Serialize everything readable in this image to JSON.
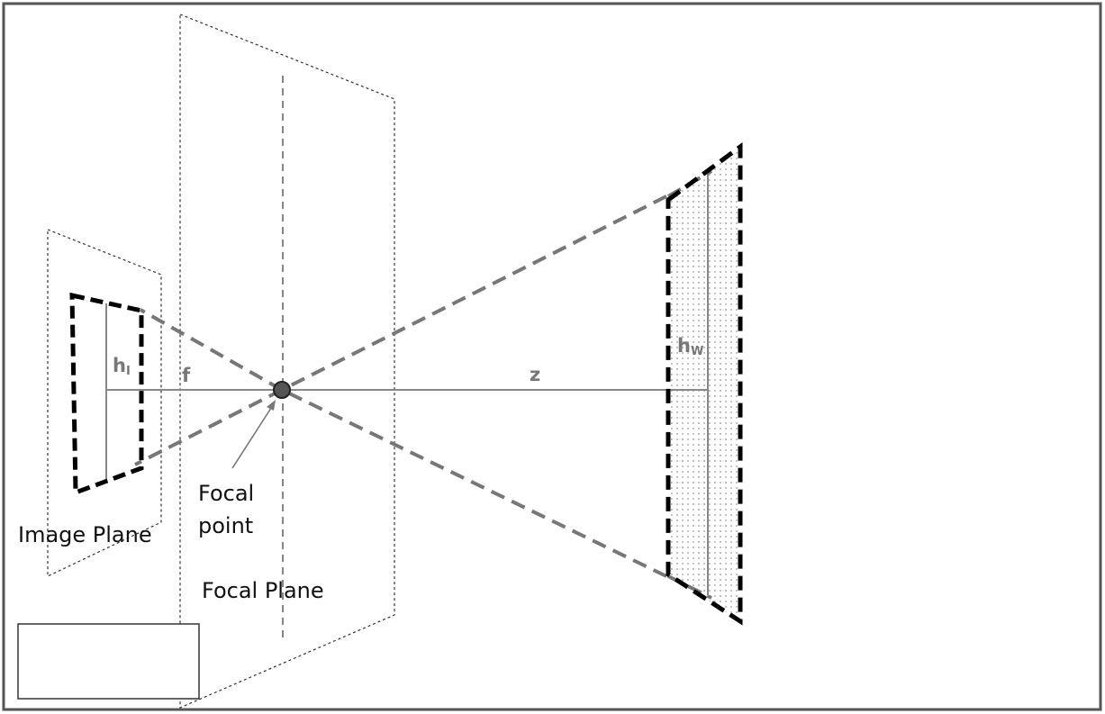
{
  "labels": {
    "image_plane": "Image Plane",
    "focal_point_line1": "Focal",
    "focal_point_line2": "point",
    "focal_plane": "Focal Plane"
  },
  "symbols": {
    "image_height": "h",
    "image_height_sub": "I",
    "focal_length": "f",
    "distance": "z",
    "world_height": "h",
    "world_height_sub": "W"
  },
  "colors": {
    "frame": "#555555",
    "object_outline": "#000000",
    "projection_ray": "#777777",
    "axis": "#888888",
    "symbol_text": "#777777"
  }
}
